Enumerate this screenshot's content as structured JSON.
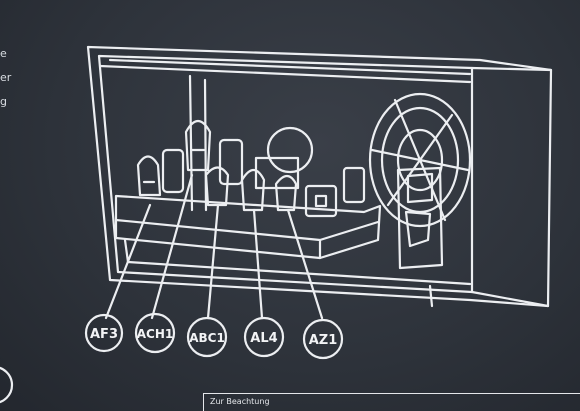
{
  "side_text": [
    "e",
    "er",
    "g"
  ],
  "tube_labels": [
    "AF3",
    "ACH1",
    "ABC1",
    "AL4",
    "AZ1"
  ],
  "note_text": "Zur Beachtung"
}
